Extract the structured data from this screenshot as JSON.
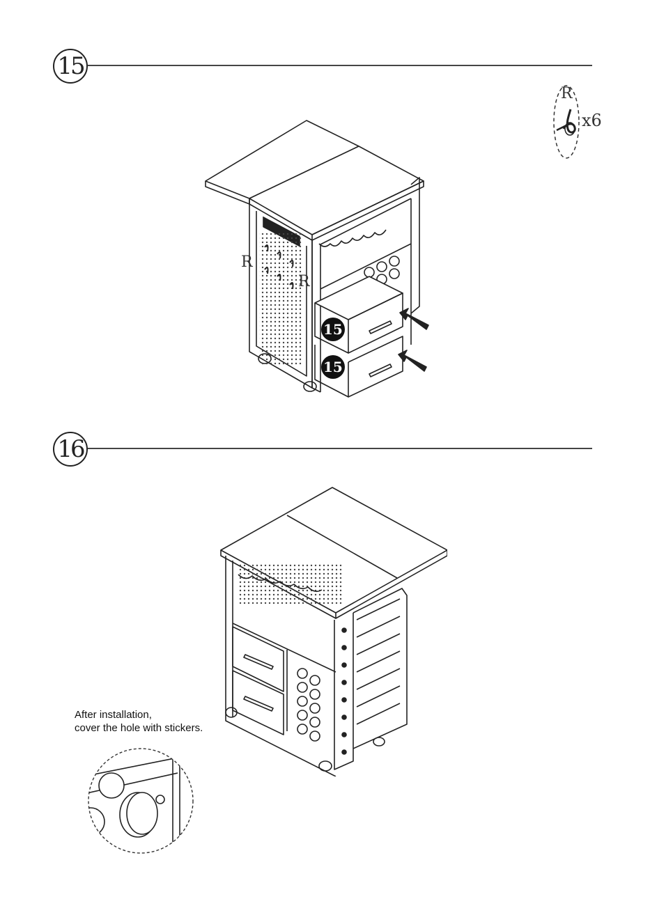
{
  "steps": [
    {
      "number": "15",
      "hardware": {
        "label": "R",
        "quantity": "x6",
        "icon": "hook-icon"
      },
      "part_labels": [
        "R",
        "R"
      ],
      "callouts": [
        "15",
        "15"
      ]
    },
    {
      "number": "16",
      "note": {
        "line1": "After installation,",
        "line2": "cover the hole with stickers."
      }
    }
  ]
}
